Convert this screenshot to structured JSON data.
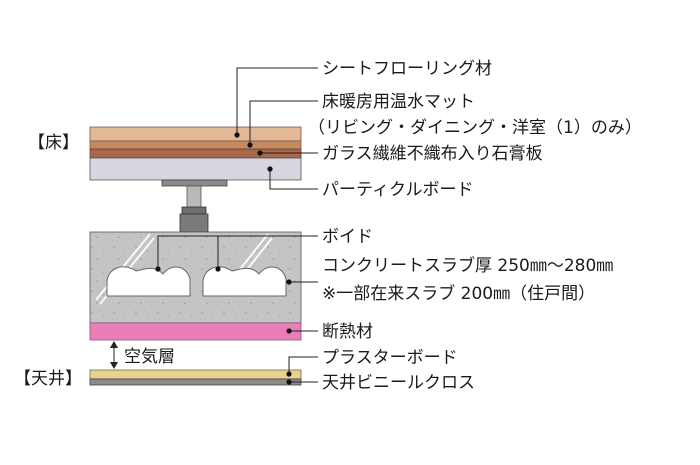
{
  "section_labels": {
    "floor": "【床】",
    "ceiling": "【天井】",
    "air_layer": "空気層"
  },
  "layers": {
    "sheet_flooring": "シートフローリング材",
    "heating_mat_line1": "床暖房用温水マット",
    "heating_mat_line2": "（リビング・ダイニング・洋室（1）のみ）",
    "gypsum_board": "ガラス繊維不織布入り石膏板",
    "particle_board": "パーティクルボード",
    "void": "ボイド",
    "slab_line1": "コンクリートスラブ厚 250㎜～280㎜",
    "slab_line2": "※一部在来スラブ 200㎜（住戸間）",
    "insulation": "断熱材",
    "plaster_board": "プラスターボード",
    "vinyl_cloth": "天井ビニールクロス"
  },
  "colors": {
    "flooring": "#e2b898",
    "heating_mat": "#c78a60",
    "gypsum": "#a8664a",
    "particle_board": "#d6d6de",
    "slab": "#c4c4c4",
    "insulation": "#ea7fb8",
    "plaster": "#e6d394",
    "vinyl": "#8c8c8c"
  }
}
